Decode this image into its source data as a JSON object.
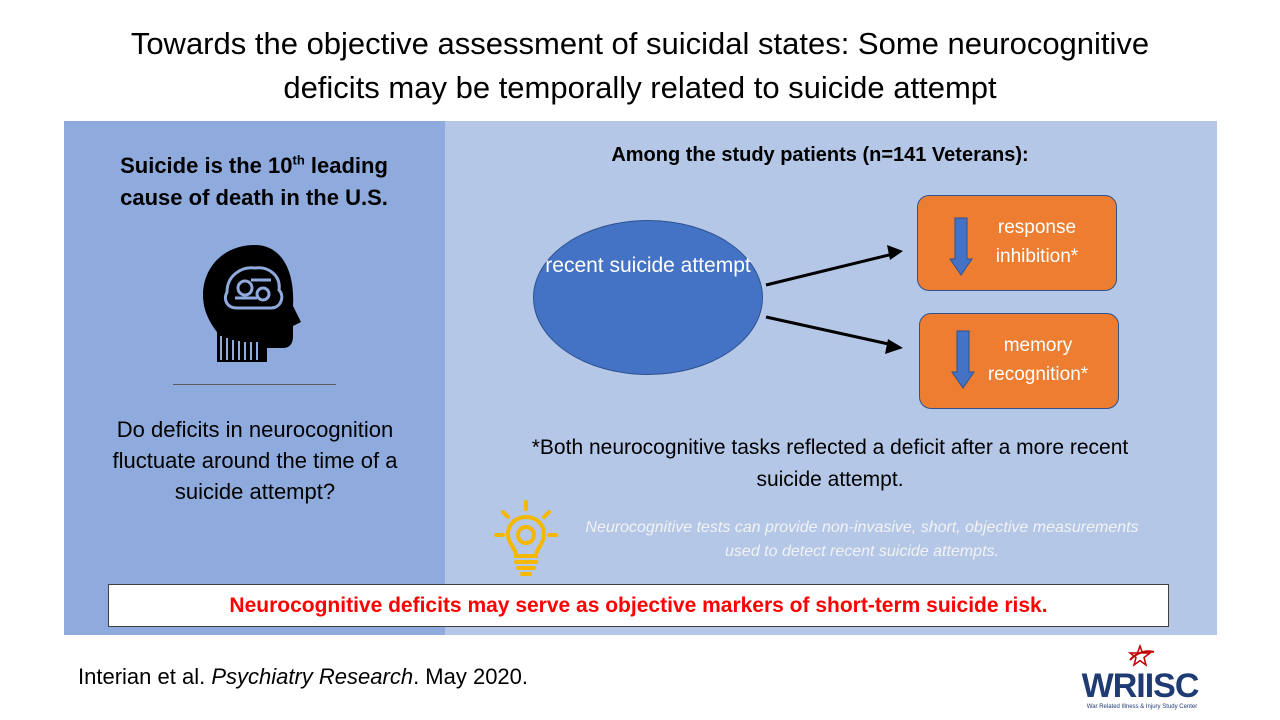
{
  "title": {
    "line1": "Towards the objective assessment of suicidal states: Some neurocognitive",
    "line2": "deficits may be temporally related to suicide attempt"
  },
  "left": {
    "heading_pre": "Suicide is the 10",
    "heading_sup": "th",
    "heading_mid": " leading",
    "heading_line2": "cause of death in the U.S.",
    "question": "Do deficits in neurocognition fluctuate around the time of a suicide attempt?"
  },
  "right": {
    "heading": "Among the study patients (n=141 Veterans):",
    "ellipse_label": "recent suicide attempt",
    "box1_label": "response inhibition*",
    "box2_label": "memory recognition*",
    "footnote": "*Both neurocognitive tasks reflected a deficit after a more recent suicide attempt.",
    "tip": "Neurocognitive tests can provide non-invasive, short, objective measurements used to detect recent suicide attempts."
  },
  "banner": "Neurocognitive deficits may serve as objective markers of short-term suicide risk.",
  "citation": {
    "authors": "Interian et al. ",
    "journal": "Psychiatry Research",
    "date": ". May 2020."
  },
  "logo": {
    "text": "WRIISC",
    "subtitle": "War Related Illness & Injury Study Center"
  },
  "icons": {
    "head": "brain-head-icon",
    "bulb": "lightbulb-icon",
    "down_arrow": "down-arrow-icon",
    "star": "star-icon"
  },
  "colors": {
    "left_panel": "#8faadc",
    "right_panel": "#b4c7e7",
    "ellipse": "#4472c4",
    "box": "#ed7d31",
    "banner_text": "#ff0000",
    "bulb": "#f5b800"
  }
}
